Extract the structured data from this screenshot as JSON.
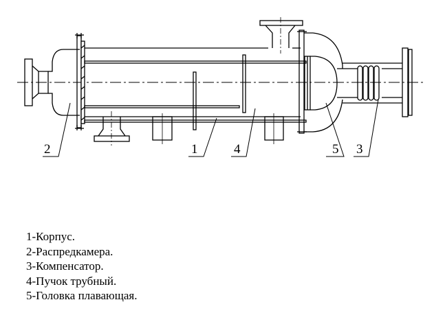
{
  "callouts": [
    "2",
    "1",
    "4",
    "5",
    "3"
  ],
  "legend": [
    "1-Корпус.",
    "2-Распредкамера.",
    "3-Компенсатор.",
    "4-Пучок трубный.",
    "5-Головка плавающая."
  ]
}
